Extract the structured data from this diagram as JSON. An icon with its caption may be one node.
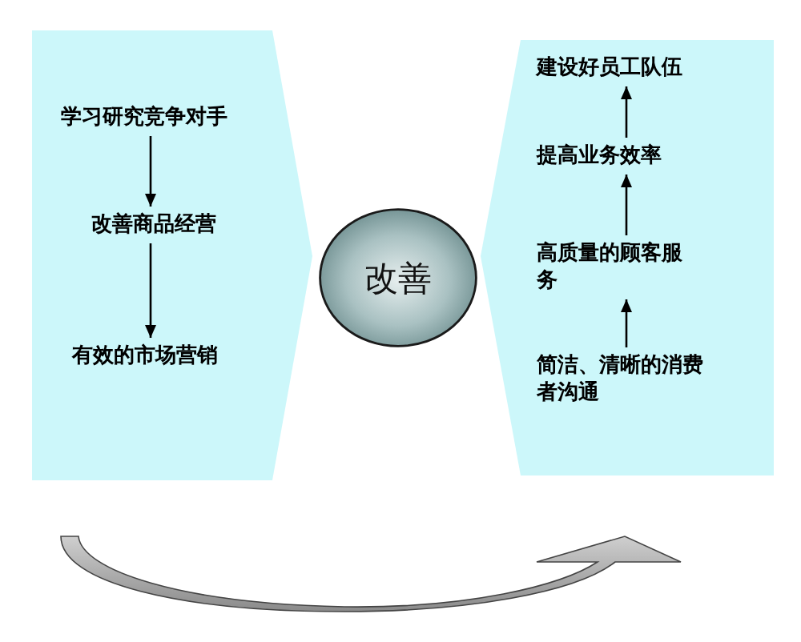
{
  "diagram": {
    "nodes": [
      {
        "text": [],
        "shape": "pentagon"
      },
      {
        "text": [
          "学习研究竞争对手"
        ],
        "in": 0
      },
      {
        "text": [
          "改善商品经营"
        ],
        "in": 0
      },
      {
        "text": [
          "有效的市场营销"
        ],
        "in": 0
      },
      {
        "text": [
          "改善"
        ]
      },
      {
        "text": [],
        "shape": "pentagon"
      },
      {
        "text": [
          "建设好员工队伍"
        ],
        "in": 5
      },
      {
        "text": [
          "提高业务效率"
        ],
        "in": 5
      },
      {
        "text": [
          "高质量的顾客服务"
        ],
        "in": 5
      },
      {
        "text": [
          "简洁、清晰的消费者沟通"
        ],
        "in": 5
      }
    ],
    "edges": [
      {
        "from": 1,
        "to": 2,
        "arrow": "to"
      },
      {
        "from": 2,
        "to": 3,
        "arrow": "to"
      },
      {
        "from": 9,
        "to": 8,
        "arrow": "to"
      },
      {
        "from": 8,
        "to": 7,
        "arrow": "to"
      },
      {
        "from": 7,
        "to": 6,
        "arrow": "to"
      }
    ]
  }
}
